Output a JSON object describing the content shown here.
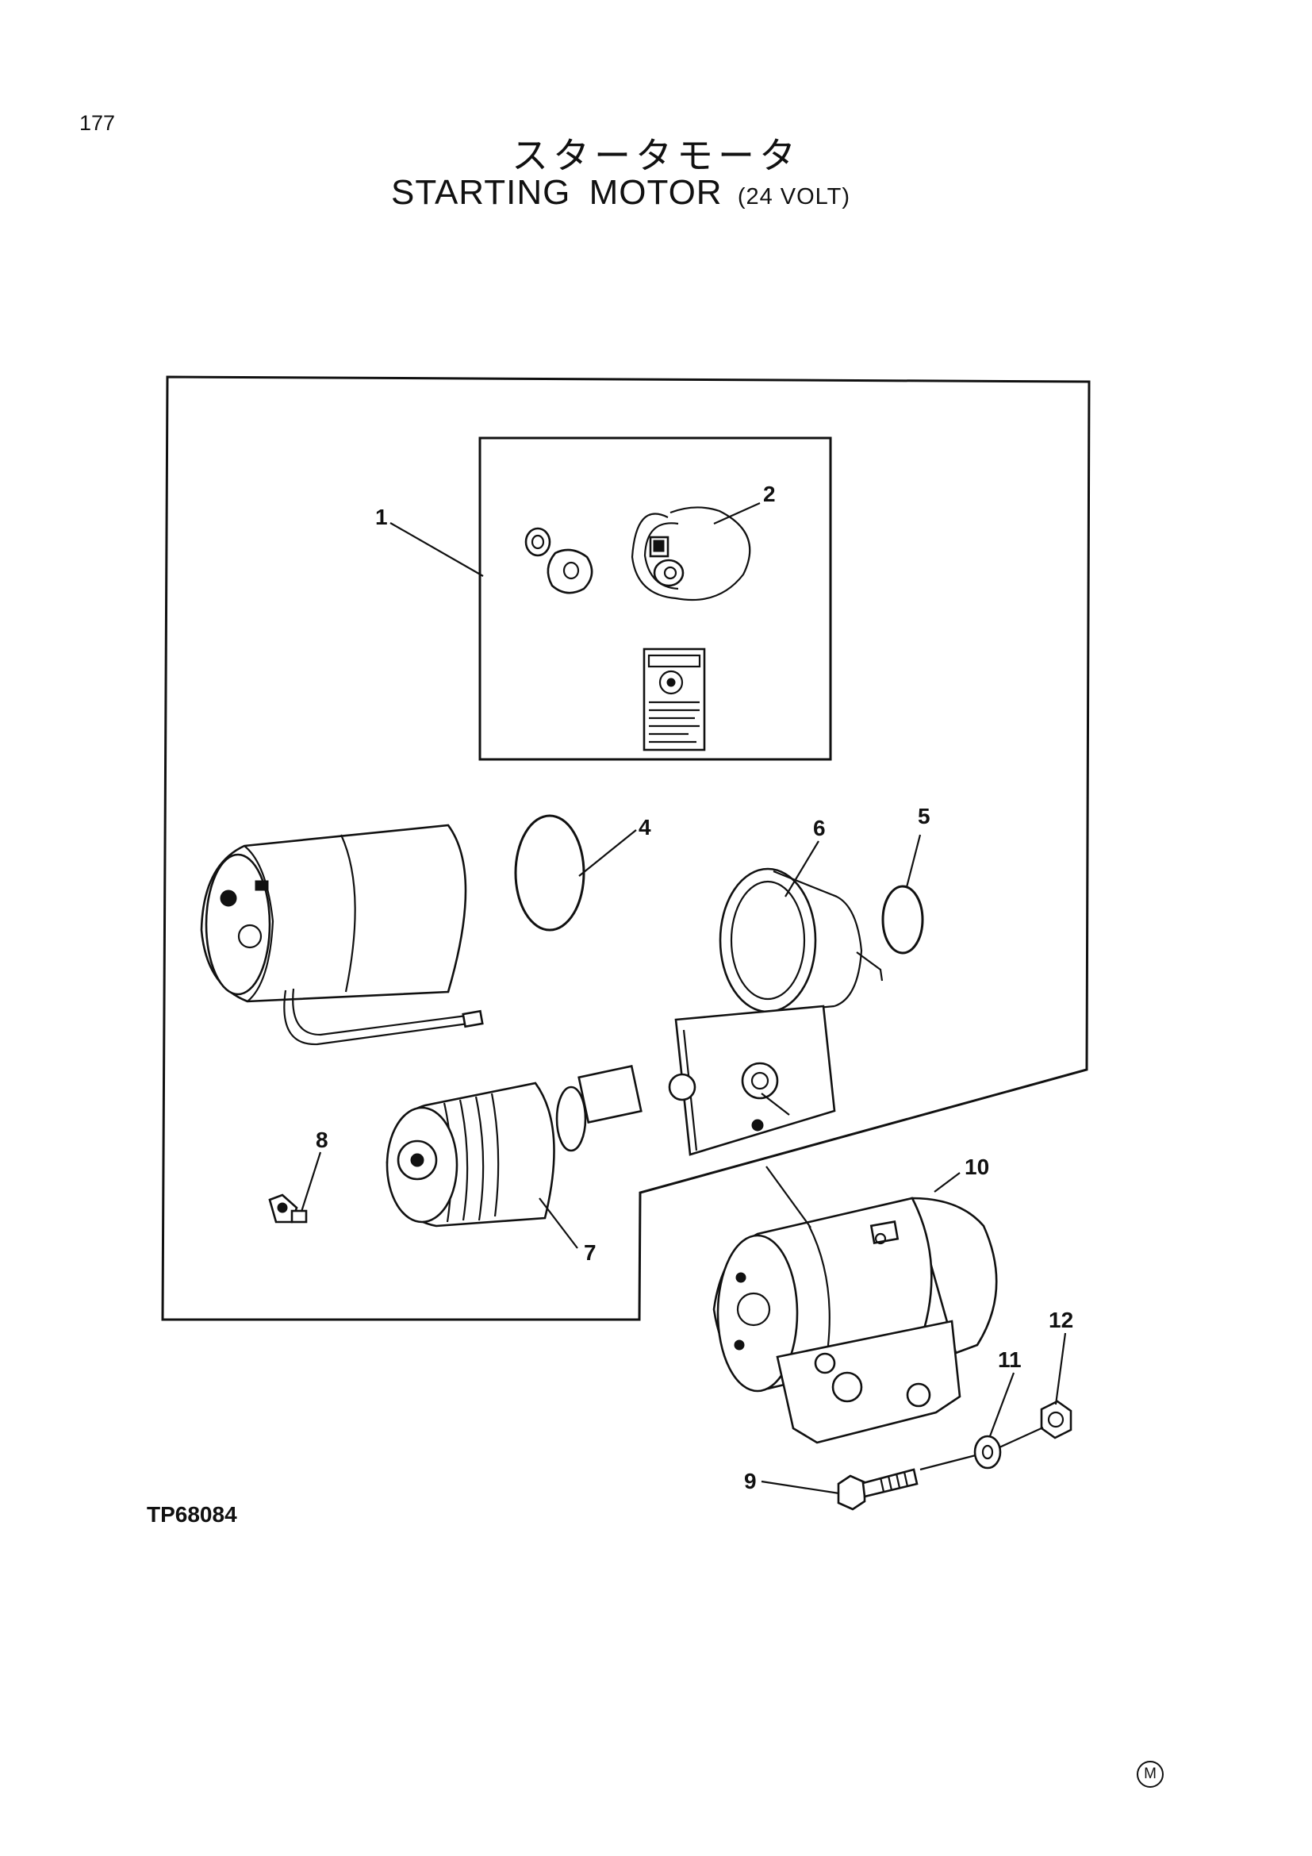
{
  "page": {
    "number": "177",
    "title_jp": "スタータモータ",
    "title_en": "STARTING MOTOR",
    "title_suffix": "(24 VOLT)",
    "figure_code": "TP68084",
    "corner_mark": "M"
  },
  "callouts": [
    "1",
    "2",
    "4",
    "5",
    "6",
    "7",
    "8",
    "9",
    "10",
    "11",
    "12"
  ]
}
